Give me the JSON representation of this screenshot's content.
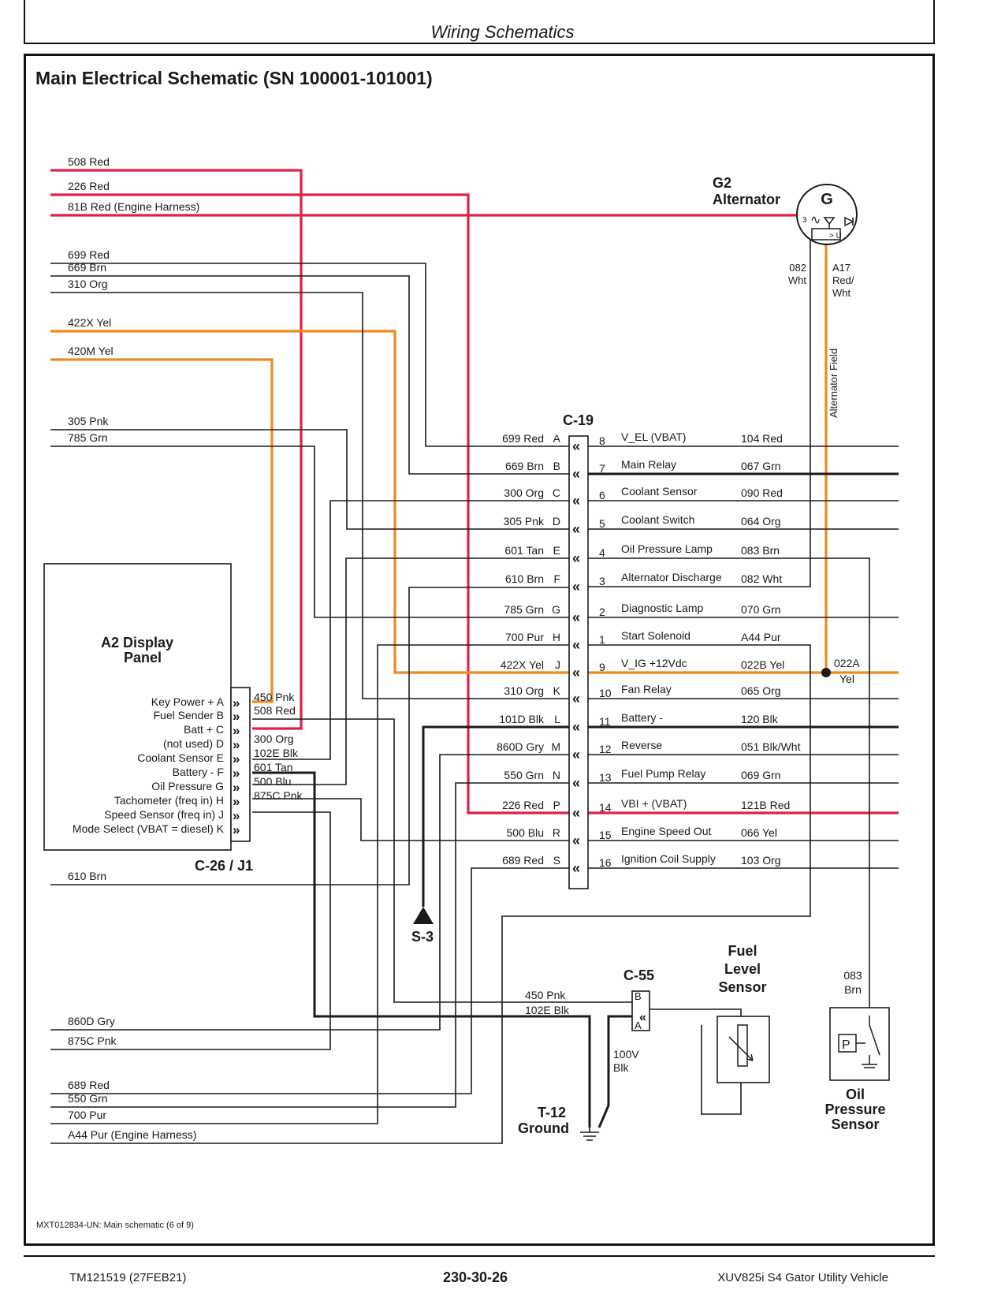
{
  "page": {
    "header": "Wiring Schematics",
    "title": "Main Electrical Schematic (SN 100001-101001)",
    "figure_id": "MXT012834-UN: Main schematic (6 of 9)",
    "footer": {
      "left": "TM121519 (27FEB21)",
      "center": "230-30-26",
      "right": "XUV825i S4 Gator Utility Vehicle"
    }
  },
  "left_wires": [
    {
      "text": "508 Red"
    },
    {
      "text": "226 Red"
    },
    {
      "text": "81B Red (Engine Harness)"
    },
    {
      "text": "699 Red"
    },
    {
      "text": "669 Brn"
    },
    {
      "text": "310 Org"
    },
    {
      "text": "422X Yel"
    },
    {
      "text": "420M Yel"
    },
    {
      "text": "305 Pnk"
    },
    {
      "text": "785 Grn"
    },
    {
      "text": "610 Brn"
    },
    {
      "text": "860D Gry"
    },
    {
      "text": "875C Pnk"
    },
    {
      "text": "689 Red"
    },
    {
      "text": "550 Grn"
    },
    {
      "text": "700 Pur"
    },
    {
      "text": "A44 Pur (Engine Harness)"
    }
  ],
  "alternator": {
    "ref": "G2",
    "name": "Alternator",
    "symbol": "G",
    "pin": "3",
    "wire1": "082",
    "wire1b": "Wht",
    "wire2": "A17",
    "wire2b": "Red/",
    "wire2c": "Wht",
    "field_label": "Alternator Field",
    "splice": "022A",
    "splice_b": "Yel"
  },
  "c19": {
    "ref": "C-19",
    "rows": [
      {
        "left": "699 Red",
        "pin": "A",
        "num": "8",
        "func": "V_EL (VBAT)",
        "right": "104 Red"
      },
      {
        "left": "669 Brn",
        "pin": "B",
        "num": "7",
        "func": "Main Relay",
        "right": "067 Grn"
      },
      {
        "left": "300 Org",
        "pin": "C",
        "num": "6",
        "func": "Coolant Sensor",
        "right": "090 Red"
      },
      {
        "left": "305 Pnk",
        "pin": "D",
        "num": "5",
        "func": "Coolant Switch",
        "right": "064 Org"
      },
      {
        "left": "601 Tan",
        "pin": "E",
        "num": "4",
        "func": "Oil Pressure Lamp",
        "right": "083 Brn"
      },
      {
        "left": "610 Brn",
        "pin": "F",
        "num": "3",
        "func": "Alternator Discharge",
        "right": "082 Wht"
      },
      {
        "left": "785 Grn",
        "pin": "G",
        "num": "2",
        "func": "Diagnostic Lamp",
        "right": "070 Grn"
      },
      {
        "left": "700 Pur",
        "pin": "H",
        "num": "1",
        "func": "Start Solenoid",
        "right": "A44 Pur"
      },
      {
        "left": "422X Yel",
        "pin": "J",
        "num": "9",
        "func": "V_IG +12Vdc",
        "right": "022B Yel"
      },
      {
        "left": "310 Org",
        "pin": "K",
        "num": "10",
        "func": "Fan Relay",
        "right": "065 Org"
      },
      {
        "left": "101D Blk",
        "pin": "L",
        "num": "11",
        "func": "Battery -",
        "right": "120 Blk"
      },
      {
        "left": "860D Gry",
        "pin": "M",
        "num": "12",
        "func": "Reverse",
        "right": "051 Blk/Wht"
      },
      {
        "left": "550 Grn",
        "pin": "N",
        "num": "13",
        "func": "Fuel Pump Relay",
        "right": "069 Grn"
      },
      {
        "left": "226 Red",
        "pin": "P",
        "num": "14",
        "func": "VBI + (VBAT)",
        "right": "121B Red"
      },
      {
        "left": "500 Blu",
        "pin": "R",
        "num": "15",
        "func": "Engine Speed Out",
        "right": "066 Yel"
      },
      {
        "left": "689 Red",
        "pin": "S",
        "num": "16",
        "func": "Ignition Coil Supply",
        "right": "103 Org"
      }
    ]
  },
  "display_panel": {
    "ref": "A2 Display",
    "ref2": "Panel",
    "connector": "C-26 / J1",
    "pins": [
      {
        "label": "Key Power + A",
        "wire": "450 Pnk"
      },
      {
        "label": "Fuel Sender B",
        "wire": "508 Red"
      },
      {
        "label": "Batt + C",
        "wire": ""
      },
      {
        "label": "(not used) D",
        "wire": "300 Org"
      },
      {
        "label": "Coolant Sensor E",
        "wire": "102E Blk"
      },
      {
        "label": "Battery - F",
        "wire": "601 Tan"
      },
      {
        "label": "Oil Pressure G",
        "wire": "500 Blu"
      },
      {
        "label": "Tachometer (freq in) H",
        "wire": "875C Pnk"
      },
      {
        "label": "Speed Sensor (freq in) J",
        "wire": ""
      },
      {
        "label": "Mode Select (VBAT = diesel) K",
        "wire": ""
      }
    ]
  },
  "s3": "S-3",
  "c55": {
    "ref": "C-55",
    "pin_b": "B",
    "pin_a": "A",
    "wire1": "450 Pnk",
    "wire2": "102E Blk",
    "ground_wire": "100V",
    "ground_wire_b": "Blk"
  },
  "fuel_sensor": {
    "line1": "Fuel",
    "line2": "Level",
    "line3": "Sensor"
  },
  "oil_sensor": {
    "line1": "Oil",
    "line2": "Pressure",
    "line3": "Sensor",
    "wire": "083",
    "wire_b": "Brn",
    "symbol": "P"
  },
  "ground": {
    "ref": "T-12",
    "name": "Ground"
  },
  "colors": {
    "red_wire": "#e0204a",
    "orange_wire": "#f08a1e",
    "black_wire": "#1a1a1a"
  }
}
